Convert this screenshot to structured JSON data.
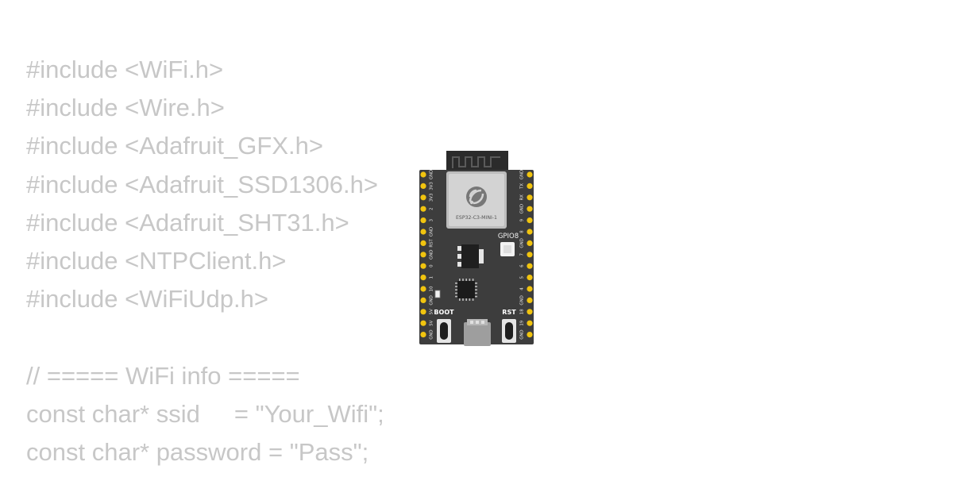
{
  "code": {
    "lines": [
      "#include <WiFi.h>",
      "#include <Wire.h>",
      "#include <Adafruit_GFX.h>",
      "#include <Adafruit_SSD1306.h>",
      "#include <Adafruit_SHT31.h>",
      "#include <NTPClient.h>",
      "#include <WiFiUdp.h>",
      "",
      "// ===== WiFi info =====",
      "const char* ssid     = \"Your_Wifi\";",
      "const char* password = \"Pass\";"
    ]
  },
  "board": {
    "module_label": "ESP32-C3-MINI-1",
    "led_label": "GPIO8",
    "boot_label": "BOOT",
    "rst_label": "RST",
    "left_pins": [
      "GND",
      "3V3",
      "3V3",
      "2",
      "3",
      "GND",
      "RST",
      "GND",
      "0",
      "1",
      "10",
      "GND",
      "5V",
      "5V",
      "GND"
    ],
    "right_pins": [
      "GND",
      "TX",
      "RX",
      "GND",
      "9",
      "8",
      "GND",
      "7",
      "6",
      "5",
      "4",
      "GND",
      "18",
      "19",
      "GND"
    ]
  },
  "colors": {
    "code_text": "#c7c7c7",
    "pcb": "#3d3d3d",
    "pin_pad": "#f1c40f",
    "module_shield": "#cfcfcf",
    "antenna": "#2b2b2b"
  }
}
